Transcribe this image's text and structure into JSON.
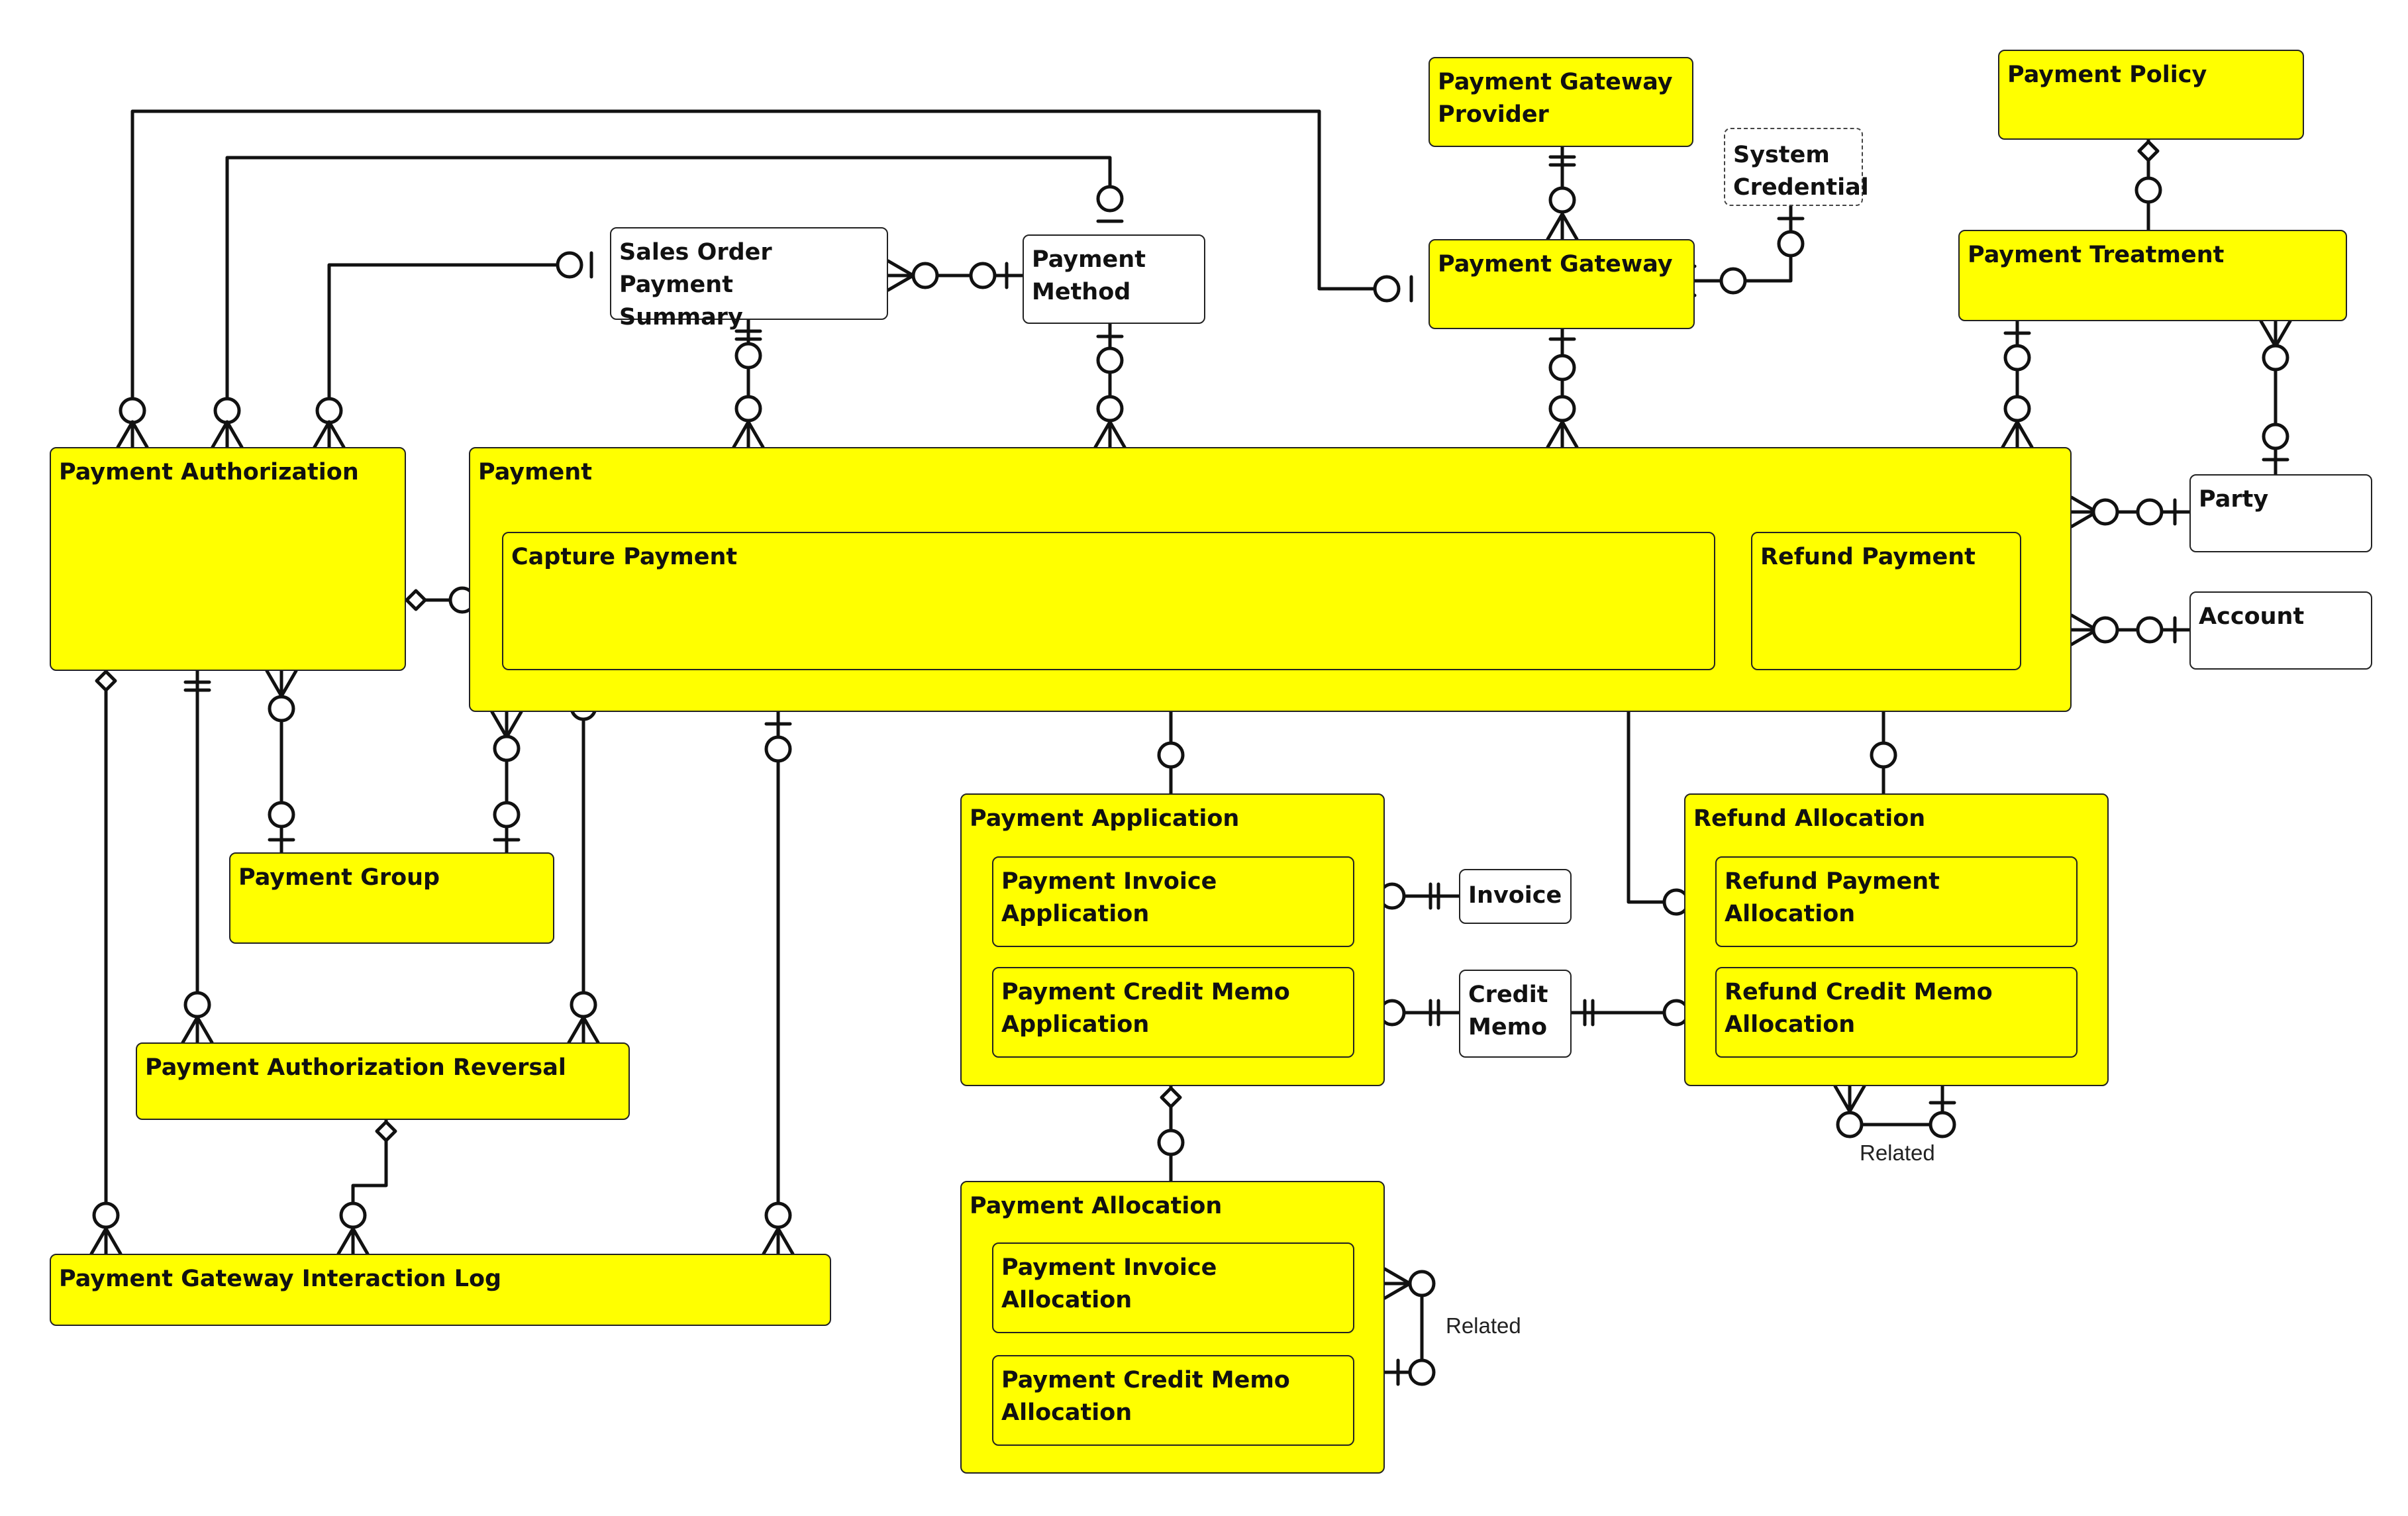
{
  "entities": {
    "payment_gateway_provider": "Payment Gateway\nProvider",
    "system_credential": "System\nCredential",
    "payment_policy": "Payment Policy",
    "sales_order_payment_summary": "Sales Order Payment\nSummary",
    "payment_method": "Payment\nMethod",
    "payment_gateway": "Payment Gateway",
    "payment_treatment": "Payment Treatment",
    "payment_authorization": "Payment Authorization",
    "payment": "Payment",
    "capture_payment": "Capture Payment",
    "refund_payment": "Refund Payment",
    "party": "Party",
    "account": "Account",
    "payment_group": "Payment Group",
    "payment_application": "Payment Application",
    "payment_invoice_application": "Payment Invoice Application",
    "payment_credit_memo_application": "Payment Credit Memo\nApplication",
    "invoice": "Invoice",
    "credit_memo": "Credit\nMemo",
    "refund_allocation": "Refund Allocation",
    "refund_payment_allocation": "Refund Payment Allocation",
    "refund_credit_memo_allocation": "Refund Credit Memo\nAllocation",
    "payment_authorization_reversal": "Payment Authorization Reversal",
    "payment_gateway_interaction_log": "Payment Gateway Interaction Log",
    "payment_allocation": "Payment Allocation",
    "payment_invoice_allocation": "Payment Invoice Allocation",
    "payment_credit_memo_allocation": "Payment Credit Memo\nAllocation"
  },
  "relationship_labels": {
    "refund_allocation_related": "Related",
    "payment_allocation_related": "Related"
  },
  "colors": {
    "entity_fill": "#ffff00",
    "reference_fill": "#ffffff",
    "line": "#111111"
  }
}
